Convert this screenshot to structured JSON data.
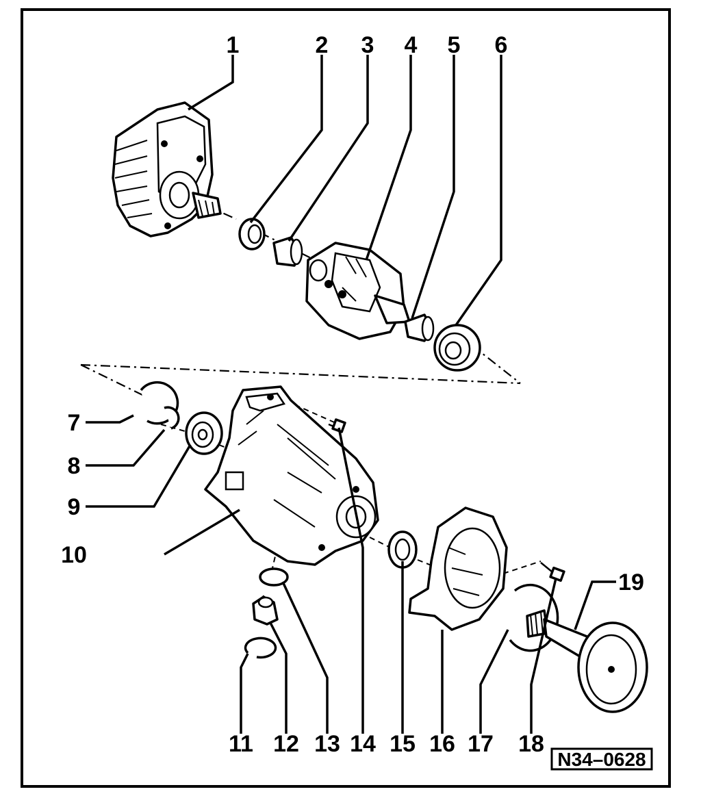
{
  "callouts": [
    "1",
    "2",
    "3",
    "4",
    "5",
    "6",
    "7",
    "8",
    "9",
    "10",
    "11",
    "12",
    "13",
    "14",
    "15",
    "16",
    "17",
    "18",
    "19"
  ],
  "figure_code": "N34–0628"
}
